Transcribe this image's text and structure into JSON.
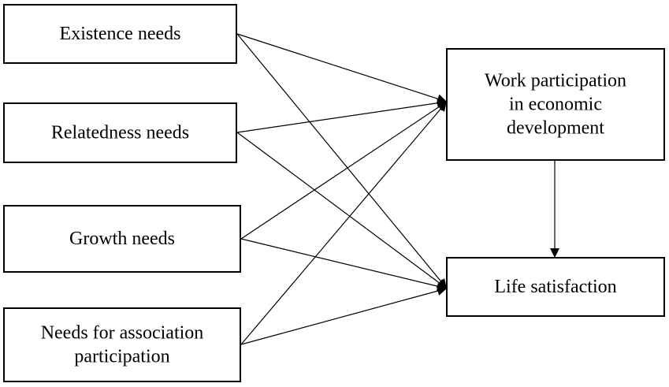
{
  "diagram": {
    "nodes": [
      {
        "id": "existence",
        "lines": [
          "Existence needs"
        ]
      },
      {
        "id": "relatedness",
        "lines": [
          "Relatedness needs"
        ]
      },
      {
        "id": "growth",
        "lines": [
          "Growth needs"
        ]
      },
      {
        "id": "association",
        "lines": [
          "Needs for association",
          "participation"
        ]
      },
      {
        "id": "work",
        "lines": [
          "Work participation",
          "in economic",
          "development"
        ]
      },
      {
        "id": "life",
        "lines": [
          "Life satisfaction"
        ]
      }
    ],
    "edges": [
      {
        "from": "existence",
        "to": "work"
      },
      {
        "from": "existence",
        "to": "life"
      },
      {
        "from": "relatedness",
        "to": "work"
      },
      {
        "from": "relatedness",
        "to": "life"
      },
      {
        "from": "growth",
        "to": "work"
      },
      {
        "from": "growth",
        "to": "life"
      },
      {
        "from": "association",
        "to": "work"
      },
      {
        "from": "association",
        "to": "life"
      },
      {
        "from": "work",
        "to": "life"
      }
    ]
  }
}
